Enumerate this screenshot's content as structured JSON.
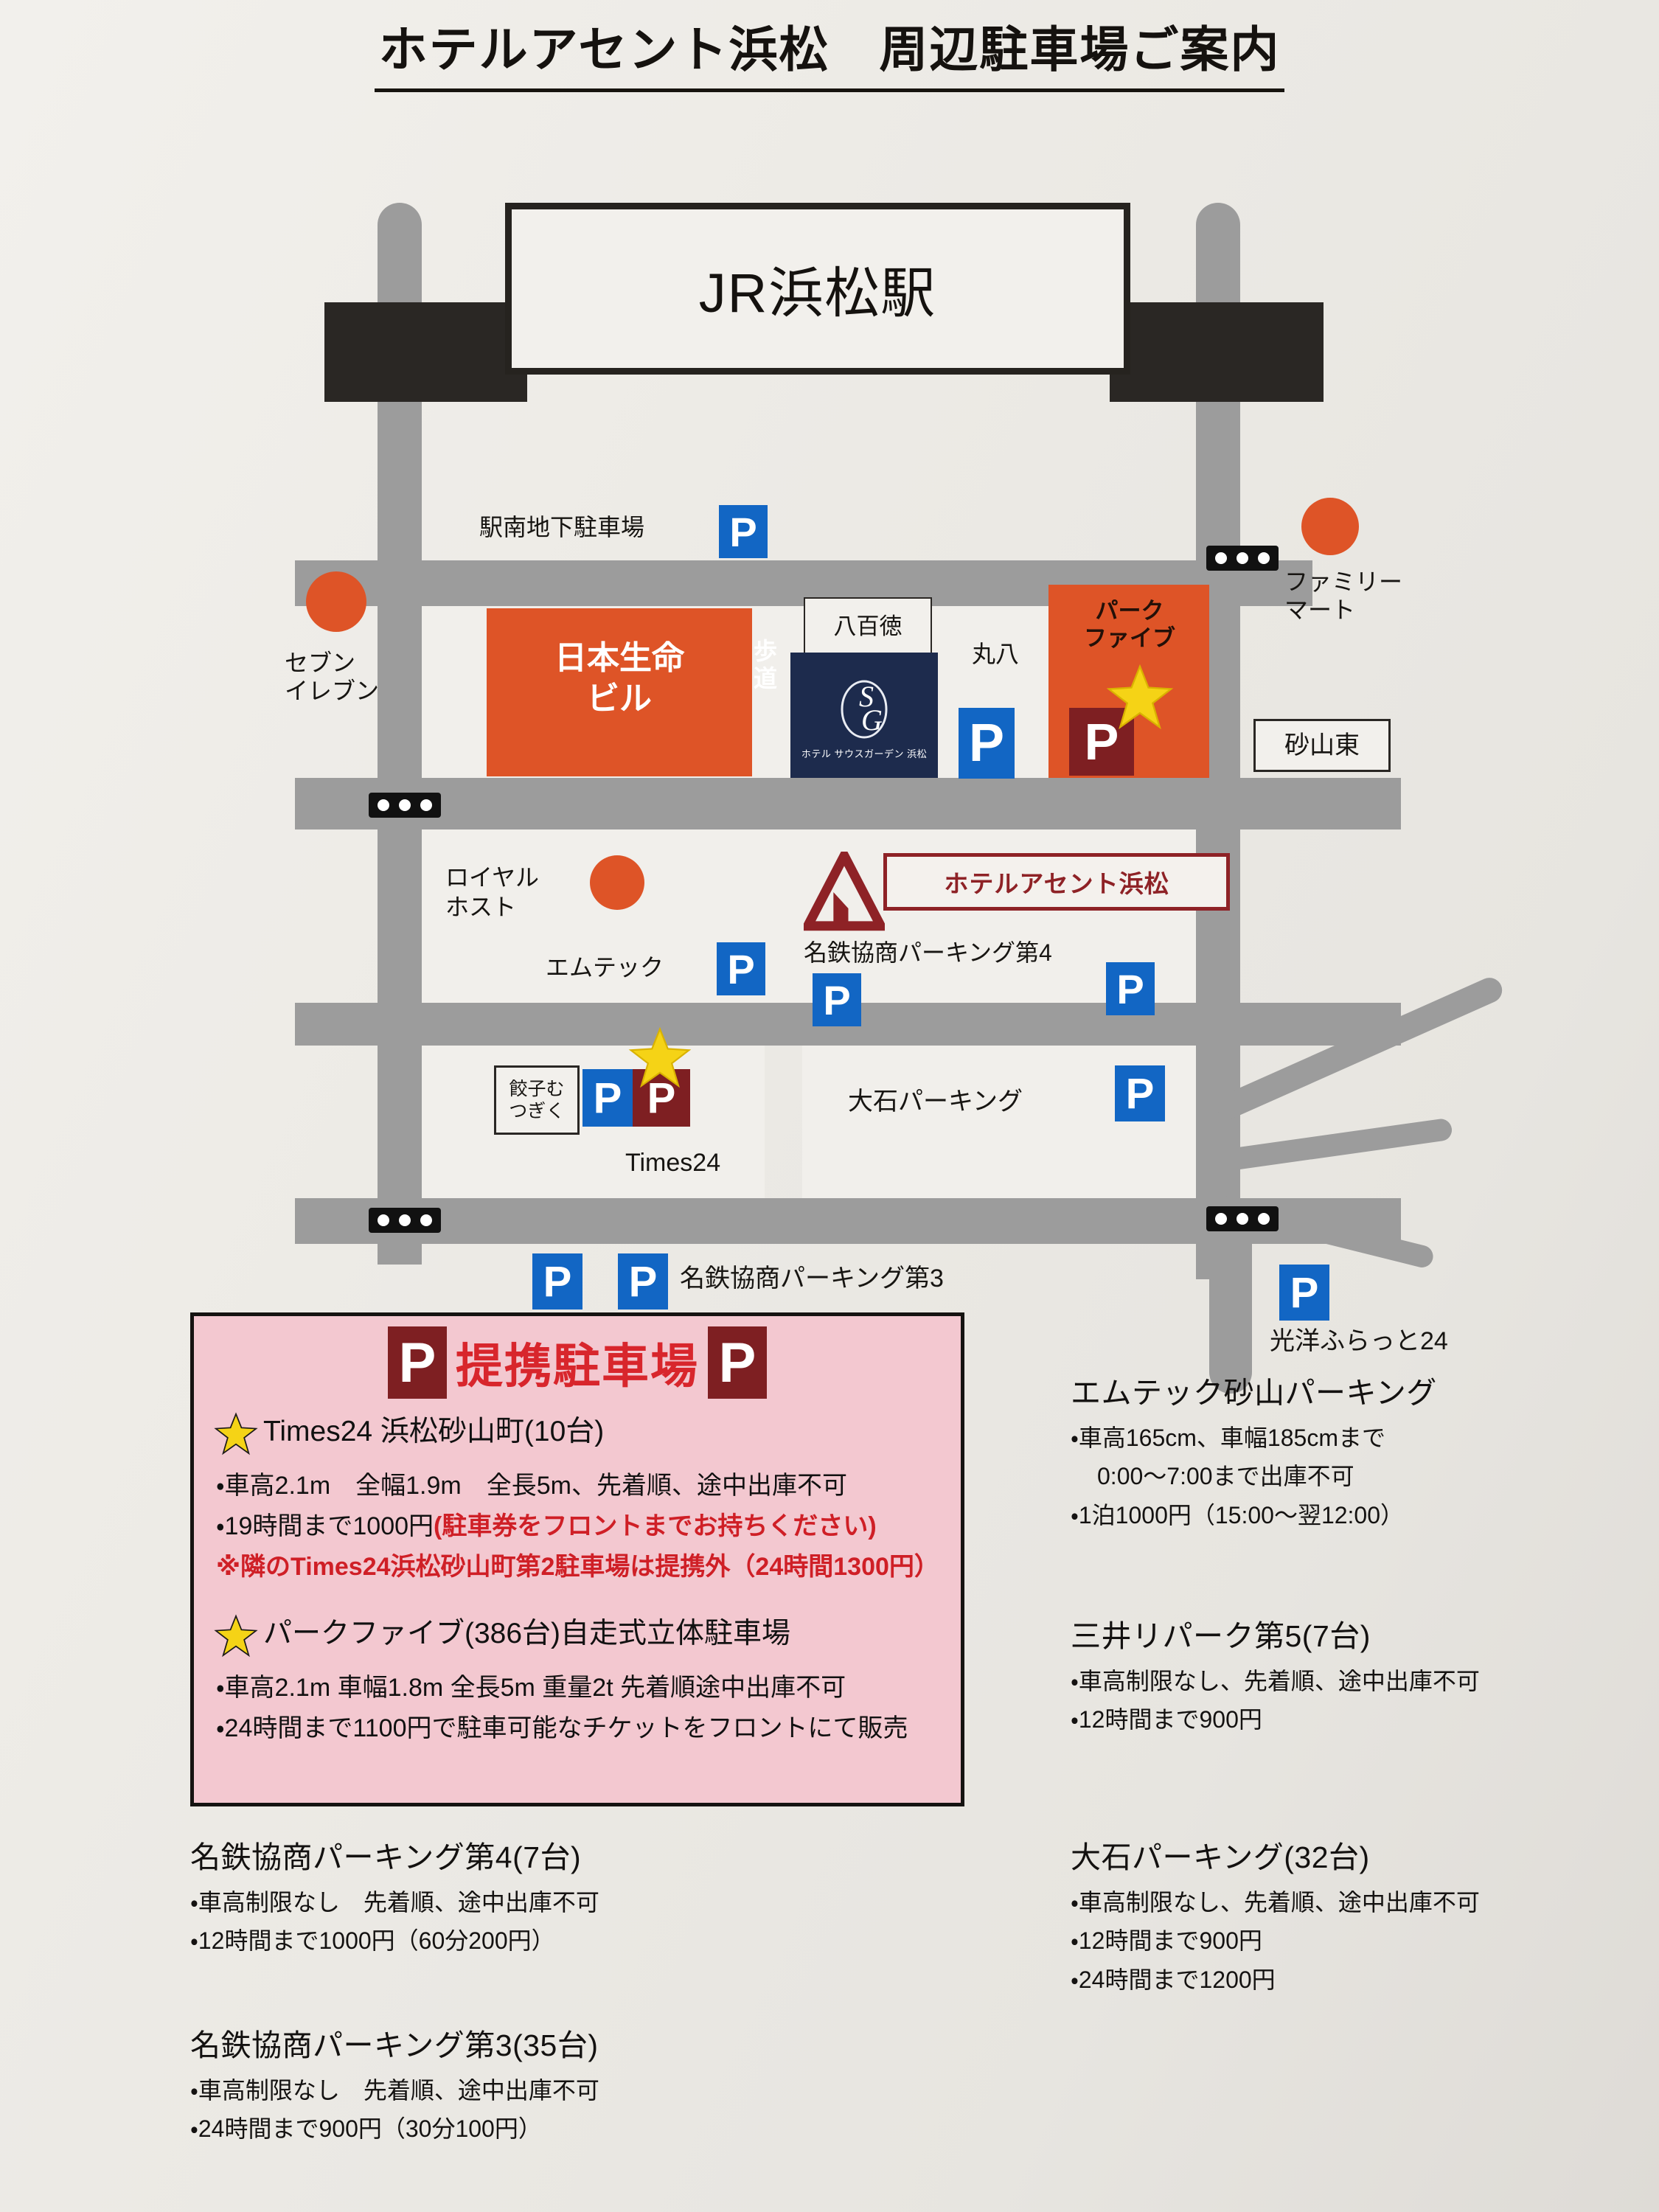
{
  "title": "ホテルアセント浜松　周辺駐車場ご案内",
  "map": {
    "station_label": "JR浜松駅",
    "labels": {
      "ekinan": "駅南地下駐車場",
      "seven_eleven": "セブン\nイレブン",
      "nissei": "日本生命\nビル",
      "hodou": "歩\n道",
      "yaotoku": "八百徳",
      "south_garden": "ホテル サウスガーデン 浜松",
      "south_garden_mark": "SG",
      "maruhachi": "丸八",
      "park_five": "パーク\nファイブ",
      "family_mart": "ファミリー\nマート",
      "sunayama_higashi": "砂山東",
      "royal_host": "ロイヤル\nホスト",
      "mtec": "エムテック",
      "hotel_ascent_banner": "ホテルアセント浜松",
      "meitetsu4": "名鉄協商パーキング第4",
      "gyoza": "餃子む\nつぎく",
      "times24": "Times24",
      "oishi": "大石パーキング",
      "meitetsu3": "名鉄協商パーキング第3",
      "mitsui": "三井リパーク第",
      "kouyou": "光洋ふらっと24",
      "p_sign": "P"
    },
    "colors": {
      "orange": "#de5427",
      "road": "#9c9c9c",
      "blue_p": "#1266c4",
      "dark_p": "#7e1f22",
      "navy": "#1d2b4d",
      "star": "#f5d316",
      "banner_red": "#8e2226"
    }
  },
  "pink_panel": {
    "header": "提携駐車場",
    "p_mark": "P",
    "entries": [
      {
        "name": "Times24 浜松砂山町(10台)",
        "lines": [
          {
            "text": "・車高2.1m　全幅1.9m　全長5m、先着順、途中出庫不可",
            "red": false
          },
          {
            "text": "・19時間まで1000円",
            "red_suffix": "(駐車券をフロントまでお持ちください)",
            "red": false
          },
          {
            "text": "※隣のTimes24浜松砂山町第2駐車場は提携外（24時間1300円）",
            "red": true
          }
        ]
      },
      {
        "name": "パークファイブ(386台)自走式立体駐車場",
        "lines": [
          {
            "text": "・車高2.1m 車幅1.8m 全長5m 重量2t 先着順途中出庫不可",
            "red": false
          },
          {
            "text": "・24時間まで1100円で駐車可能なチケットをフロントにて販売",
            "red": false
          }
        ]
      }
    ]
  },
  "info_blocks": [
    {
      "id": "mtec",
      "title": "エムテック砂山パーキング",
      "lines": [
        "・車高165cm、車幅185cmまで",
        "0:00〜7:00まで出庫不可",
        "・1泊1000円（15:00〜翌12:00）"
      ],
      "indent": [
        false,
        true,
        false
      ]
    },
    {
      "id": "mitsui5",
      "title": "三井リパーク第5(7台)",
      "lines": [
        "・車高制限なし、先着順、途中出庫不可",
        "・12時間まで900円"
      ],
      "indent": [
        false,
        false
      ]
    },
    {
      "id": "meitetsu4",
      "title": "名鉄協商パーキング第4(7台)",
      "lines": [
        "・車高制限なし　先着順、途中出庫不可",
        "・12時間まで1000円（60分200円）"
      ],
      "indent": [
        false,
        false
      ]
    },
    {
      "id": "meitetsu3",
      "title": "名鉄協商パーキング第3(35台)",
      "lines": [
        "・車高制限なし　先着順、途中出庫不可",
        "・24時間まで900円（30分100円）"
      ],
      "indent": [
        false,
        false
      ]
    },
    {
      "id": "oishi",
      "title": "大石パーキング(32台)",
      "lines": [
        "・車高制限なし、先着順、途中出庫不可",
        "・12時間まで900円",
        "・24時間まで1200円"
      ],
      "indent": [
        false,
        false,
        false
      ]
    }
  ]
}
